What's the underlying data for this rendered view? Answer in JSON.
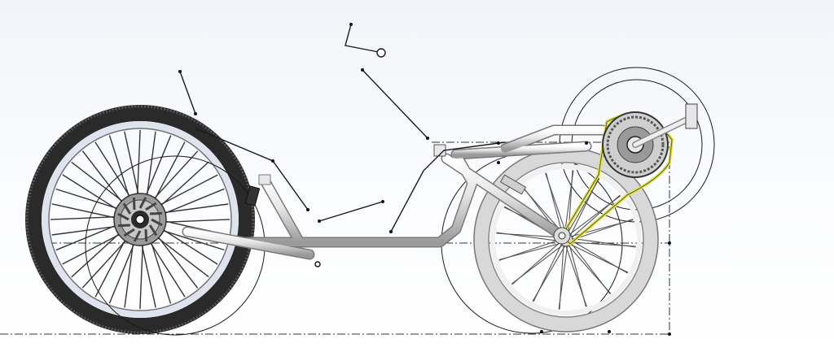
{
  "viewport": {
    "background_top": "#f2f4f9",
    "background_mid": "#fbfcfe",
    "background_bottom": "#ffffff"
  },
  "colors": {
    "sketch_line": "#1a1a1a",
    "frame_tube_light": "#f4f4f4",
    "frame_tube_dark": "#8c8c8c",
    "tire": "#2a2a2a",
    "rim": "#dfe3ee",
    "chain_highlight": "#e4e43a",
    "construction_line": "#333333"
  },
  "components": {
    "rear_wheel": "wheel",
    "front_wheel": "wheel",
    "chainring": "chainring",
    "disc_brake": "brake-rotor",
    "crank_pedal": "pedal"
  }
}
